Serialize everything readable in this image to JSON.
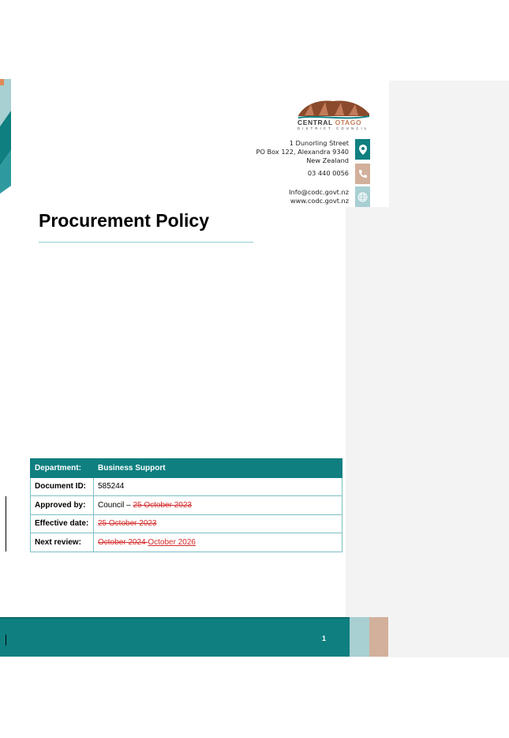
{
  "header": {
    "logo": {
      "word_left": "CENTRAL",
      "word_right": "OTAGO",
      "subtitle": "DISTRICT COUNCIL"
    },
    "contact": {
      "address_line1": "1 Dunorling Street",
      "address_line2": "PO Box 122, Alexandra 9340",
      "address_line3": "New Zealand",
      "phone": "03 440 0056",
      "email": "Info@codc.govt.nz",
      "website": "www.codc.govt.nz"
    },
    "icons": [
      "location-pin-icon",
      "phone-icon",
      "globe-icon"
    ]
  },
  "document": {
    "title": "Procurement Policy"
  },
  "info_table": {
    "header": {
      "label": "Department:",
      "value": "Business Support"
    },
    "document_id": {
      "label": "Document ID:",
      "value": "585244"
    },
    "approved_by": {
      "label": "Approved by:",
      "value": "Council – ",
      "deleted": "25 October 2023"
    },
    "effective_date": {
      "label": "Effective date:",
      "deleted": "25 October 2023"
    },
    "next_review": {
      "label": "Next review:",
      "deleted": "October 2024 ",
      "inserted": " October 2026"
    }
  },
  "footer": {
    "page_number": "1"
  },
  "colors": {
    "teal": "#0f7f80",
    "light_teal": "#a8cfd2",
    "tan": "#d2b09b",
    "markup": "#d42a2a"
  }
}
